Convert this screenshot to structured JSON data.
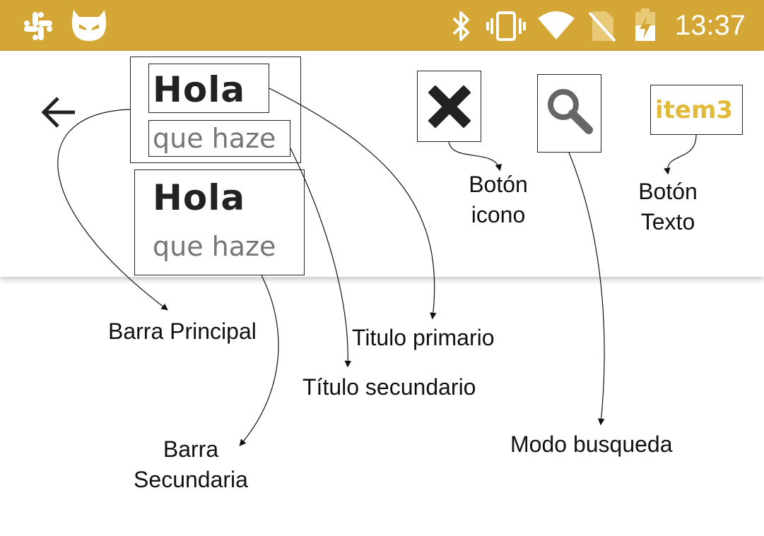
{
  "status_bar": {
    "time": "13:37",
    "color": "#d4a636",
    "icons": [
      "slack-icon",
      "cyanogen-bot-icon",
      "bluetooth-icon",
      "vibrate-icon",
      "wifi-icon",
      "no-sim-icon",
      "battery-charging-icon"
    ]
  },
  "appbar_primary": {
    "title": "Hola",
    "subtitle": "que haze",
    "nav_icon": "arrow-back-icon"
  },
  "appbar_secondary": {
    "title": "Hola",
    "subtitle": "que haze"
  },
  "actions": {
    "icon_button": "close-icon",
    "search_button": "search-icon",
    "text_button": "item3",
    "accent": "#e2ba3a"
  },
  "annotations": {
    "boton_icono": [
      "Botón",
      "icono"
    ],
    "boton_texto": [
      "Botón",
      "Texto"
    ],
    "barra_principal": "Barra Principal",
    "titulo_primario": "Titulo primario",
    "titulo_secundario": "Título secundario",
    "barra_secundaria": [
      "Barra",
      "Secundaria"
    ],
    "modo_busqueda": "Modo busqueda"
  }
}
